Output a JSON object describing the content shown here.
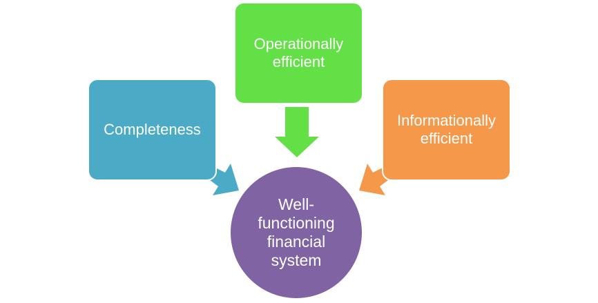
{
  "diagram": {
    "colors": {
      "operational": "#63e046",
      "completeness": "#4babc6",
      "informational": "#f69849",
      "center": "#7f63a3"
    },
    "nodes": {
      "operational": {
        "label": "Operationally\nefficient"
      },
      "completeness": {
        "label": "Completeness"
      },
      "informational": {
        "label": "Informationally\nefficient"
      },
      "center": {
        "label": "Well-\nfunctioning\nfinancial\nsystem"
      }
    }
  }
}
